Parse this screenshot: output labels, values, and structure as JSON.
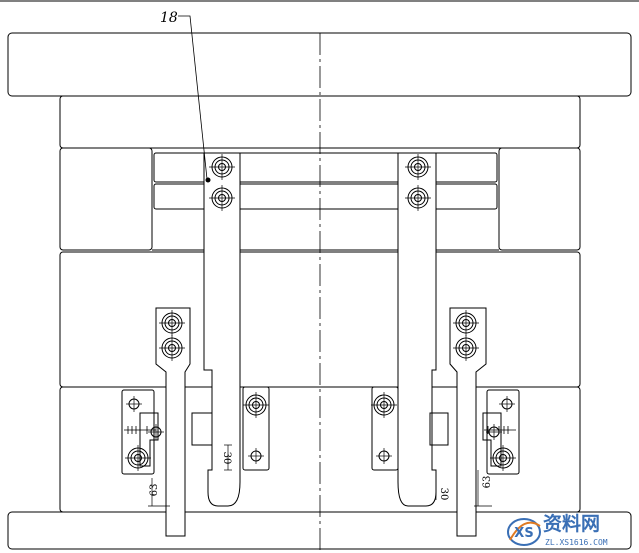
{
  "drawing": {
    "part_callout": "18",
    "dimensions": {
      "left_vertical": "30",
      "left_slanted": "63",
      "right_vertical": "30",
      "right_slanted": "63"
    }
  },
  "watermark": {
    "title": "资料网",
    "url": "ZL.XS1616.COM",
    "logo_letters": "XS"
  },
  "colors": {
    "line": "#000000",
    "background": "#ffffff",
    "watermark_blue": "#3a6fb5",
    "watermark_orange": "#e07a22"
  }
}
